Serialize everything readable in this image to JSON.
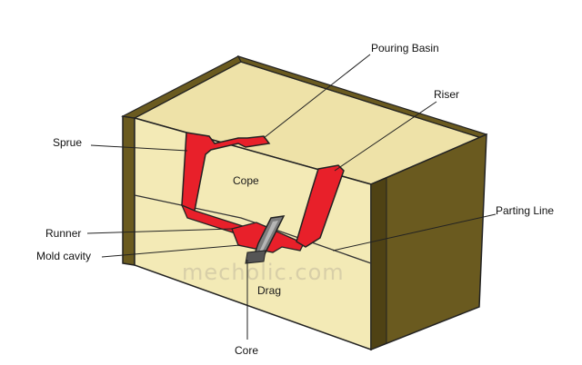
{
  "labels": {
    "pouring_basin": "Pouring Basin",
    "riser": "Riser",
    "sprue": "Sprue",
    "cope": "Cope",
    "parting_line": "Parting Line",
    "runner": "Runner",
    "mold_cavity": "Mold cavity",
    "drag": "Drag",
    "core": "Core"
  },
  "watermark": "mecholic.com",
  "colors": {
    "sand_face": "#f3eab6",
    "sand_top": "#eee2a8",
    "flask_wood": "#6a5a1f",
    "flask_wood_dark": "#4f4214",
    "molten_metal": "#e8202a",
    "core_gray": "#7d7d7d"
  }
}
